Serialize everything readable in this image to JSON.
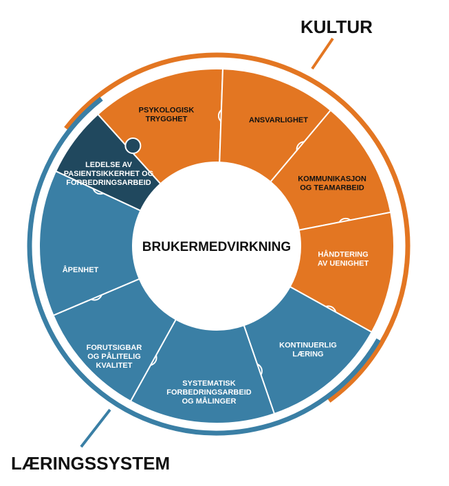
{
  "center_label": "BRUKERMEDVIRKNING",
  "groups": {
    "kultur": "KULTUR",
    "laeringssystem": "LÆRINGSSYSTEM"
  },
  "colors": {
    "orange": "#E37622",
    "blue": "#3A7FA5",
    "dark_blue": "#20485E",
    "seam": "#ffffff"
  },
  "segments": [
    {
      "id": "psykologisk-trygghet",
      "lines": [
        "PSYKOLOGISK",
        "TRYGGHET"
      ],
      "group": "kultur",
      "color": "orange",
      "text": "dark"
    },
    {
      "id": "ansvarlighet",
      "lines": [
        "ANSVARLIGHET"
      ],
      "group": "kultur",
      "color": "orange",
      "text": "dark"
    },
    {
      "id": "kommunikasjon",
      "lines": [
        "KOMMUNIKASJON",
        "OG TEAMARBEID"
      ],
      "group": "kultur",
      "color": "orange",
      "text": "dark"
    },
    {
      "id": "handtering",
      "lines": [
        "HÅNDTERING",
        "AV UENIGHET"
      ],
      "group": "kultur",
      "color": "orange",
      "text": "light"
    },
    {
      "id": "kontinuerlig-laering",
      "lines": [
        "KONTINUERLIG",
        "LÆRING"
      ],
      "group": "laeringssystem",
      "color": "blue",
      "text": "light"
    },
    {
      "id": "systematisk",
      "lines": [
        "SYSTEMATISK",
        "FORBEDRINGSARBEID",
        "OG MÅLINGER"
      ],
      "group": "laeringssystem",
      "color": "blue",
      "text": "light"
    },
    {
      "id": "forutsigbar",
      "lines": [
        "FORUTSIGBAR",
        "OG PÅLITELIG",
        "KVALITET"
      ],
      "group": "laeringssystem",
      "color": "blue",
      "text": "light"
    },
    {
      "id": "apenhet",
      "lines": [
        "ÅPENHET"
      ],
      "group": "laeringssystem",
      "color": "blue",
      "text": "light"
    },
    {
      "id": "ledelse",
      "lines": [
        "LEDELSE AV",
        "PASIENTSIKKERHET OG",
        "FORBEDRINGSARBEID"
      ],
      "group": "both",
      "color": "dark_blue",
      "text": "light"
    }
  ]
}
